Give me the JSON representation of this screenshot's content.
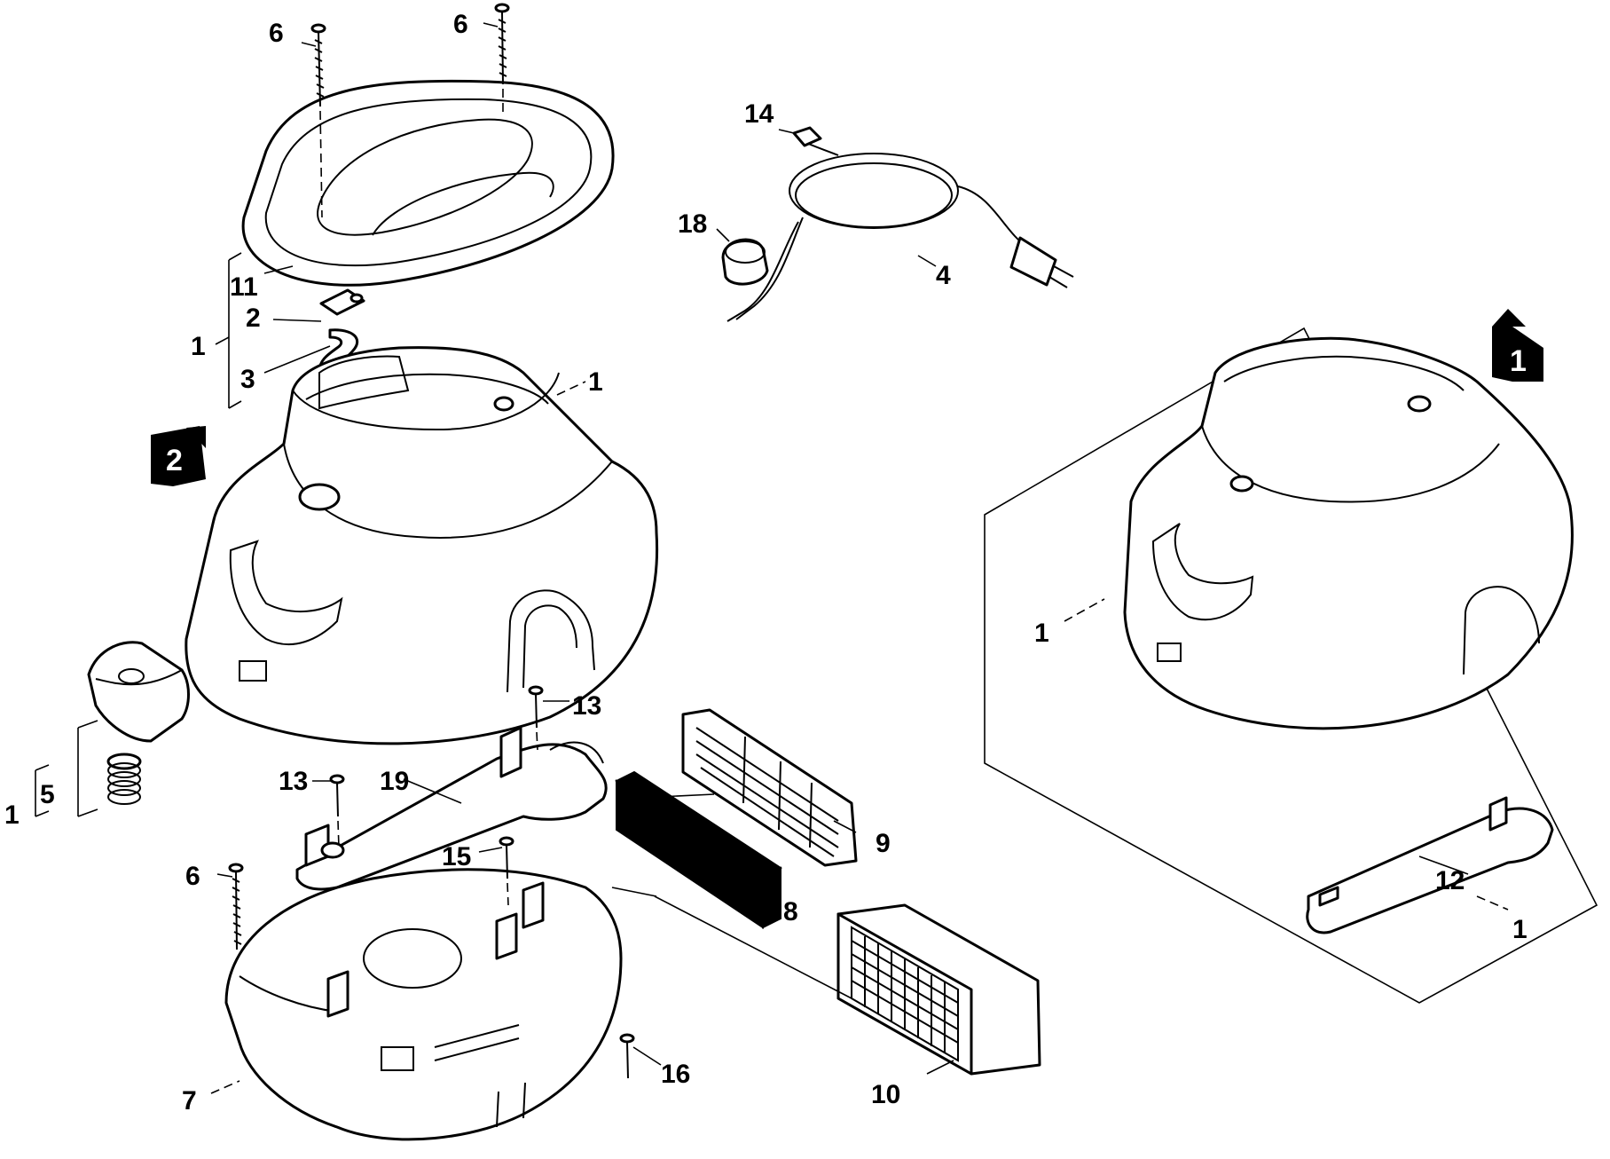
{
  "callouts": {
    "c6a": "6",
    "c6b": "6",
    "c6c": "6",
    "c11": "11",
    "c1a": "1",
    "c2": "2",
    "c3": "3",
    "c1b": "1",
    "c14": "14",
    "c18": "18",
    "c4": "4",
    "c5": "5",
    "c1c": "1",
    "c13a": "13",
    "c13b": "13",
    "c19": "19",
    "c15": "15",
    "c9": "9",
    "c8": "8",
    "c7": "7",
    "c16": "16",
    "c10": "10",
    "c1d": "1",
    "c12": "12",
    "c1e": "1"
  },
  "markers": {
    "marker1": "1",
    "marker2": "2"
  },
  "icons": {
    "marker1": "view-marker-arrow-icon",
    "marker2": "view-marker-arrow-icon"
  },
  "colors": {
    "line": "#000000",
    "background": "#ffffff"
  }
}
